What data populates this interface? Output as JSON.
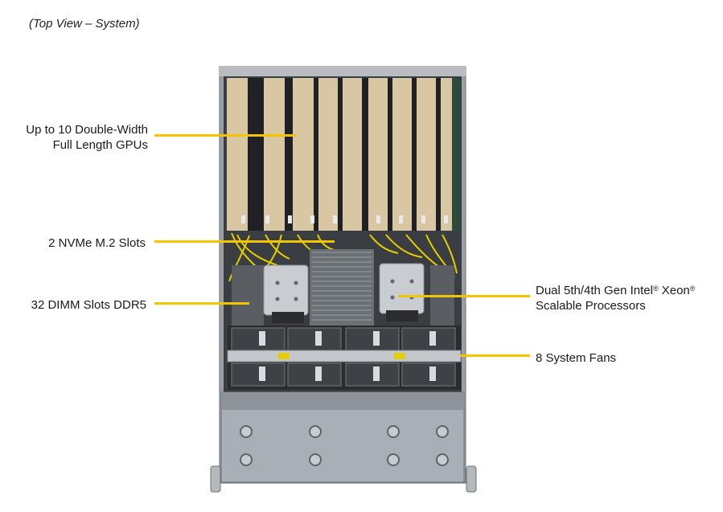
{
  "caption": "(Top View – System)",
  "callouts": {
    "gpus": {
      "line1": "Up to 10 Double-Width",
      "line2": "Full Length GPUs"
    },
    "nvme": {
      "text": "2 NVMe M.2 Slots"
    },
    "dimm": {
      "text": "32 DIMM Slots DDR5"
    },
    "cpu": {
      "line1_pre": "Dual 5th/4th Gen Intel",
      "reg1": "®",
      "line1_mid": " Xeon",
      "reg2": "®",
      "line2": "Scalable Processors"
    },
    "fans": {
      "text": "8 System Fans"
    }
  },
  "colors": {
    "callout_line": "#f2c500",
    "gpu_card": "#d9c8a4",
    "chassis": "#8d9298",
    "cable": "#f0d000"
  }
}
